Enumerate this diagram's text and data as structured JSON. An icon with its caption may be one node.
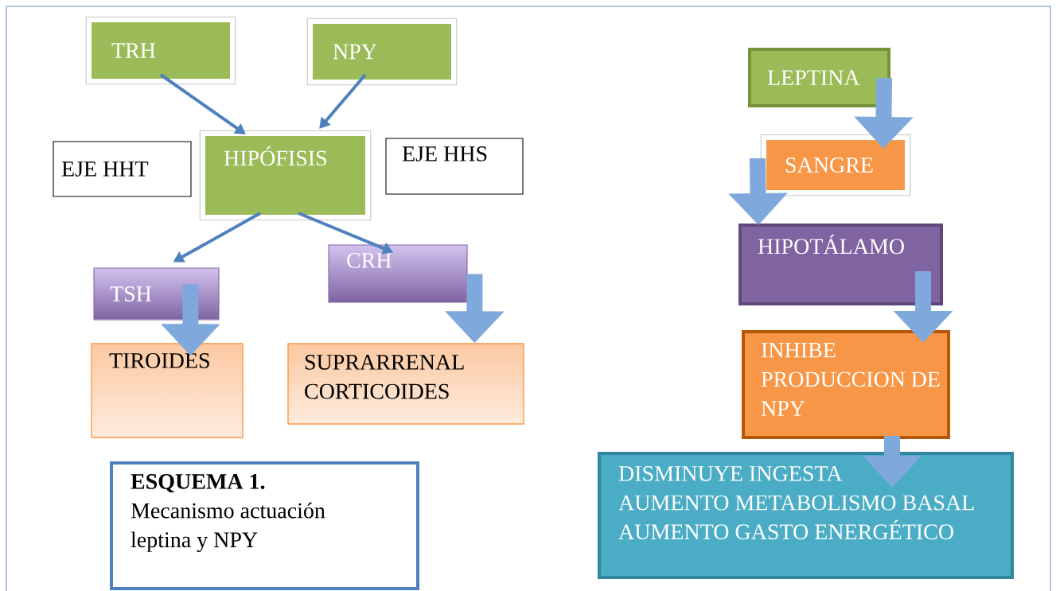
{
  "diagram": {
    "nodes": [
      {
        "text": [
          "TRH"
        ]
      },
      {
        "text": [
          "NPY"
        ]
      },
      {
        "text": [
          "EJE HHT"
        ]
      },
      {
        "text": [
          "HIPÓFISIS"
        ]
      },
      {
        "text": [
          "EJE HHS"
        ]
      },
      {
        "text": [
          "TSH"
        ]
      },
      {
        "text": [
          "CRH"
        ]
      },
      {
        "text": [
          "TIROIDES"
        ]
      },
      {
        "text": [
          "SUPRARRENAL CORTICOIDES"
        ]
      },
      {
        "text": [
          "ESQUEMA 1.",
          "Mecanismo actuación leptina y NPY"
        ]
      },
      {
        "text": [
          "LEPTINA"
        ]
      },
      {
        "text": [
          "SANGRE"
        ]
      },
      {
        "text": [
          "HIPOTÁLAMO"
        ]
      },
      {
        "text": [
          "INHIBE PRODUCCION DE NPY"
        ]
      },
      {
        "text": [
          "DISMINUYE INGESTA",
          "AUMENTO METABOLISMO BASAL",
          "AUMENTO GASTO ENERGÉTICO"
        ]
      }
    ],
    "edges": [
      {
        "from": 0,
        "to": 3,
        "arrow": "to",
        "color": "#4f81bd"
      },
      {
        "from": 1,
        "to": 3,
        "arrow": "to",
        "color": "#4f81bd"
      },
      {
        "from": 3,
        "to": 5,
        "arrow": "to",
        "color": "#4f81bd"
      },
      {
        "from": 3,
        "to": 6,
        "arrow": "to",
        "color": "#4f81bd"
      },
      {
        "from": 5,
        "to": 7,
        "arrow": "to"
      },
      {
        "from": 6,
        "to": 8,
        "arrow": "to"
      },
      {
        "from": 10,
        "to": 11,
        "arrow": "to"
      },
      {
        "from": 11,
        "to": 12,
        "arrow": "to"
      },
      {
        "from": 12,
        "to": 13,
        "arrow": "to"
      },
      {
        "from": 13,
        "to": 14,
        "arrow": "to"
      }
    ]
  }
}
